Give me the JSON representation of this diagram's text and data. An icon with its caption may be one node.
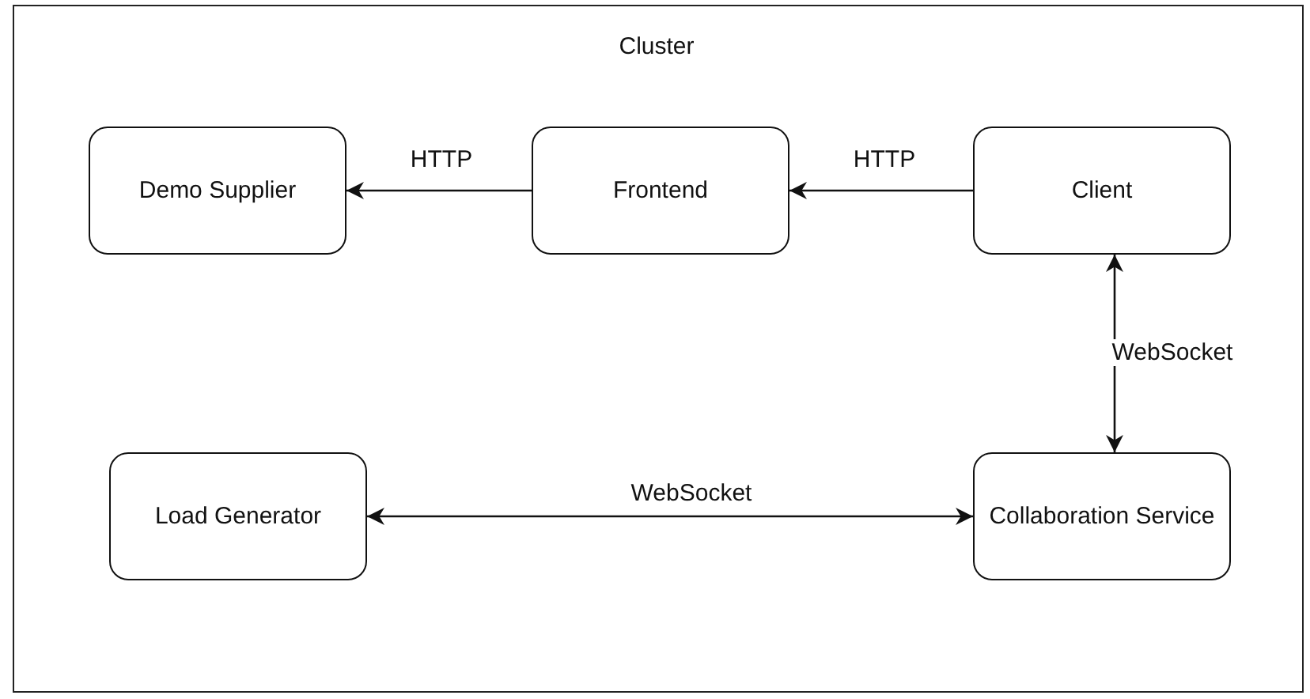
{
  "diagram": {
    "nodes": [
      {
        "text": [
          "Cluster"
        ]
      },
      {
        "text": [
          "Demo Supplier"
        ],
        "in": 0
      },
      {
        "text": [
          "Frontend"
        ],
        "in": 0
      },
      {
        "text": [
          "Client"
        ],
        "in": 0
      },
      {
        "text": [
          "Load Generator"
        ],
        "in": 0
      },
      {
        "text": [
          "Collaboration Service"
        ],
        "in": 0
      }
    ],
    "edges": [
      {
        "from": 2,
        "to": 1,
        "arrow": "to",
        "label": "HTTP"
      },
      {
        "from": 3,
        "to": 2,
        "arrow": "to",
        "label": "HTTP"
      },
      {
        "from": 3,
        "to": 5,
        "arrow": "both",
        "label": "WebSocket"
      },
      {
        "from": 4,
        "to": 5,
        "arrow": "both",
        "label": "WebSocket"
      }
    ]
  }
}
